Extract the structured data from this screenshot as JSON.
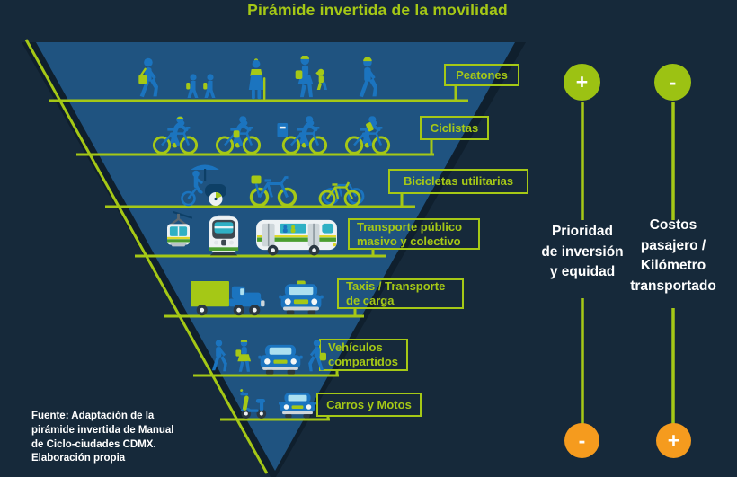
{
  "title": "Pirámide invertida de la movilidad",
  "colors": {
    "background": "#16293a",
    "pyramid_fill": "#1f5380",
    "pyramid_shadow": "#0f1f2d",
    "accent_green": "#a5c816",
    "circle_green": "#9cc213",
    "circle_orange": "#f59b1e",
    "icon_blue": "#1b74bf",
    "text_white": "#ffffff"
  },
  "pyramid": {
    "levels": [
      {
        "label": "Peatones",
        "label_lines": [
          "Peatones"
        ],
        "icons": [
          "pedestrian-man-bag-icon",
          "pedestrian-children-icon",
          "pedestrian-elderly-icon",
          "pedestrian-woman-child-icon",
          "pedestrian-man-icon"
        ]
      },
      {
        "label": "Ciclistas",
        "label_lines": [
          "Ciclistas"
        ],
        "icons": [
          "cyclist-icon",
          "cyclist-woman-icon",
          "cyclist-delivery-icon",
          "cyclist-backpack-icon"
        ]
      },
      {
        "label": "Bicicletas utilitarias",
        "label_lines": [
          "Bicicletas utilitarias"
        ],
        "icons": [
          "cargo-trike-umbrella-icon",
          "electric-bike-icon",
          "bike-rack-icon"
        ]
      },
      {
        "label": "Transporte público masivo y colectivo",
        "label_lines": [
          "Transporte público",
          "masivo y colectivo"
        ],
        "icons": [
          "cable-car-icon",
          "metro-icon",
          "bus-icon"
        ]
      },
      {
        "label": "Taxis / Transporte de carga",
        "label_lines": [
          "Taxis / Transporte",
          "de carga"
        ],
        "icons": [
          "cargo-truck-icon",
          "taxi-icon"
        ]
      },
      {
        "label": "Vehículos compartidos",
        "label_lines": [
          "Vehículos",
          "compartidos"
        ],
        "icons": [
          "pedestrian-small-icon",
          "pedestrian-woman-icon",
          "shared-car-icon",
          "pedestrian-bag-small-icon"
        ]
      },
      {
        "label": "Carros y Motos",
        "label_lines": [
          "Carros y Motos"
        ],
        "icons": [
          "scooter-icon",
          "car-icon"
        ]
      }
    ]
  },
  "legend": {
    "columns": [
      {
        "id": "prioridad",
        "top_symbol": "+",
        "bottom_symbol": "-",
        "top_color": "#9cc213",
        "bottom_color": "#f59b1e",
        "label_lines": [
          "Prioridad",
          "de inversión",
          "y equidad"
        ]
      },
      {
        "id": "costos",
        "top_symbol": "-",
        "bottom_symbol": "+",
        "top_color": "#9cc213",
        "bottom_color": "#f59b1e",
        "label_lines": [
          "Costos",
          "pasajero /",
          "Kilómetro",
          "transportado"
        ]
      }
    ]
  },
  "source": {
    "lines": [
      "Fuente: Adaptación de la",
      "pirámide invertida de Manual",
      "de Ciclo-ciudades CDMX.",
      "Elaboración propia"
    ]
  }
}
